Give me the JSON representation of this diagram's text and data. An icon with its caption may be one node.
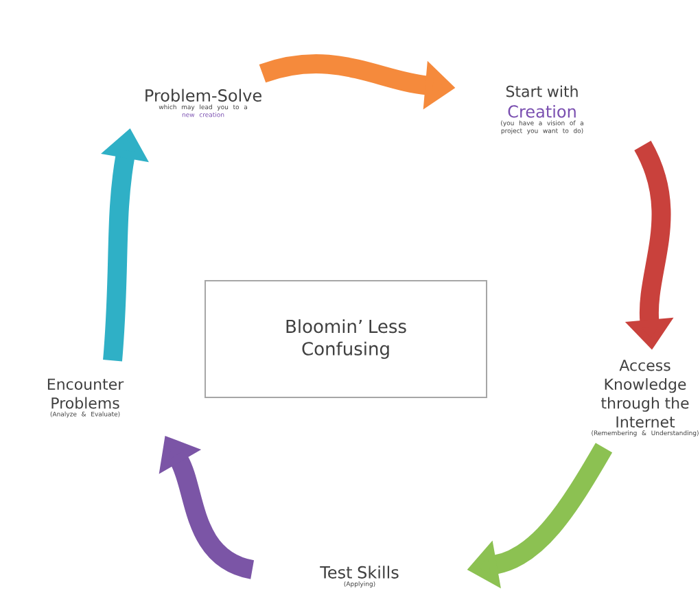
{
  "diagram": {
    "nodes": [
      {
        "text": [
          "Problem-Solve",
          "which may lead you to a",
          "new creation"
        ]
      },
      {
        "text": [
          "Start with",
          "Creation",
          "(you have a vision of a project you want to do)"
        ]
      },
      {
        "text": [
          "Access Knowledge through the Internet",
          "(Remembering & Understanding)"
        ]
      },
      {
        "text": [
          "Test Skills",
          "(Applying)"
        ]
      },
      {
        "text": [
          "Encounter Problems",
          "(Analyze & Evaluate)"
        ]
      },
      {
        "text": [
          "Bloomin’ Less Confusing"
        ]
      }
    ],
    "edges": [
      {
        "from": 0,
        "to": 1,
        "arrow": "to",
        "color": "#f58a3c"
      },
      {
        "from": 1,
        "to": 2,
        "arrow": "to",
        "color": "#c9413c"
      },
      {
        "from": 2,
        "to": 3,
        "arrow": "to",
        "color": "#8cc152"
      },
      {
        "from": 3,
        "to": 4,
        "arrow": "to",
        "color": "#7b55a6"
      },
      {
        "from": 4,
        "to": 0,
        "arrow": "to",
        "color": "#2fb0c6"
      }
    ]
  }
}
